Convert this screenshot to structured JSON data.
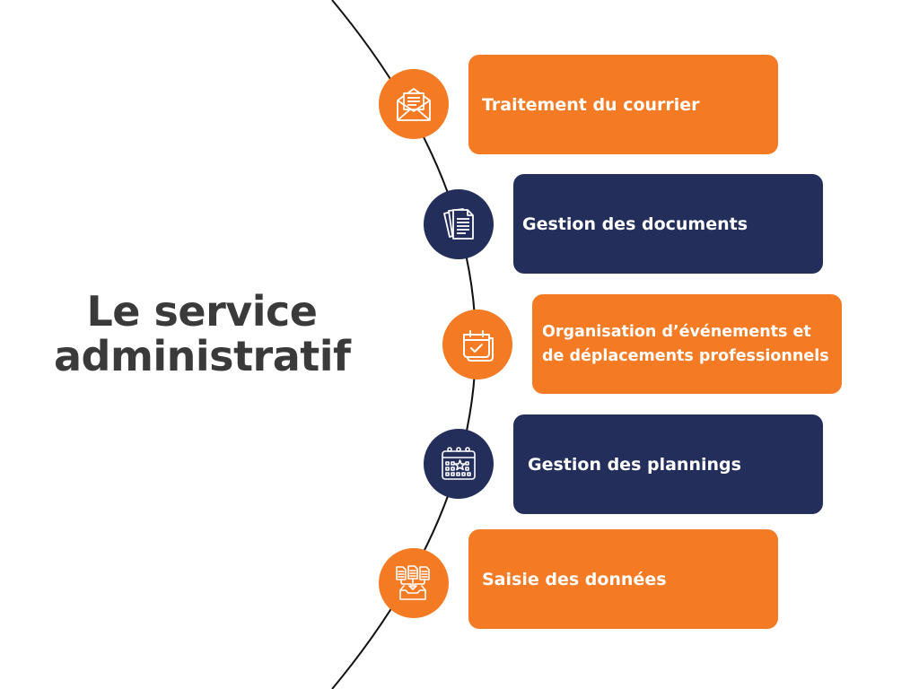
{
  "title": {
    "line1": "Le service",
    "line2": "administratif"
  },
  "items": [
    {
      "label": "Traitement du courrier",
      "color": "#f47a23",
      "icon": "envelope-icon"
    },
    {
      "label": "Gestion des documents",
      "color": "#232e5b",
      "icon": "documents-icon"
    },
    {
      "label_line1": "Organisation d’événements et",
      "label_line2": "de déplacements professionnels",
      "color": "#f47a23",
      "icon": "calendar-check-icon"
    },
    {
      "label": "Gestion des plannings",
      "color": "#232e5b",
      "icon": "calendar-star-icon"
    },
    {
      "label": "Saisie des données",
      "color": "#f47a23",
      "icon": "data-entry-icon"
    }
  ],
  "colors": {
    "orange": "#f47a23",
    "navy": "#232e5b",
    "title_text": "#3a3a3a"
  }
}
